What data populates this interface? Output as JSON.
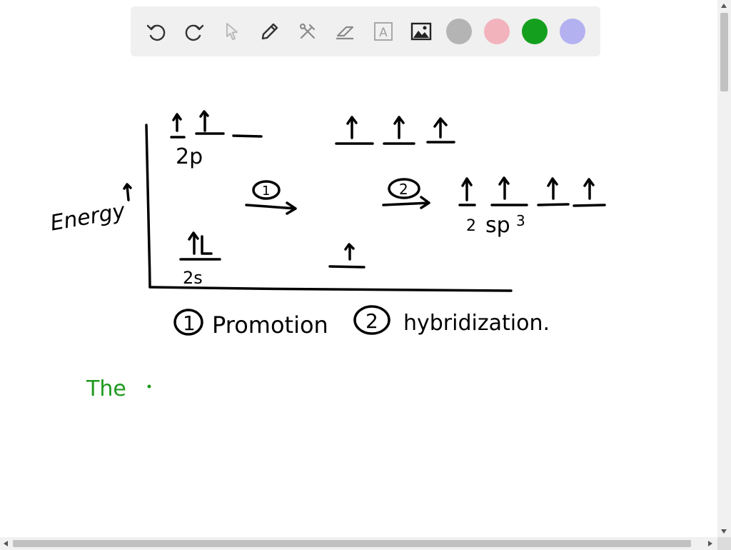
{
  "toolbar": {
    "tools": [
      {
        "name": "undo-icon"
      },
      {
        "name": "redo-icon"
      },
      {
        "name": "pointer-icon"
      },
      {
        "name": "pencil-icon"
      },
      {
        "name": "tools-icon"
      },
      {
        "name": "eraser-icon"
      },
      {
        "name": "text-icon",
        "glyph": "A"
      },
      {
        "name": "image-icon"
      }
    ],
    "colors": [
      "#b4b4b4",
      "#f2b3bd",
      "#14a01e",
      "#b3b1f0"
    ]
  },
  "diagram": {
    "axis_label": "Energy",
    "orbital_labels": {
      "p2": "2p",
      "s2": "2s",
      "sp3": "sp",
      "sp3_exp": "3",
      "sp3_count": "2"
    },
    "step1": "1",
    "step2": "2",
    "legend": [
      {
        "num": "1",
        "text": "Promotion"
      },
      {
        "num": "2",
        "text": "hybridization."
      }
    ],
    "note": "The"
  },
  "colors": {
    "ink": "#000000",
    "note_ink": "#1f9a1f",
    "toolbar_bg": "#f0f0f0"
  }
}
